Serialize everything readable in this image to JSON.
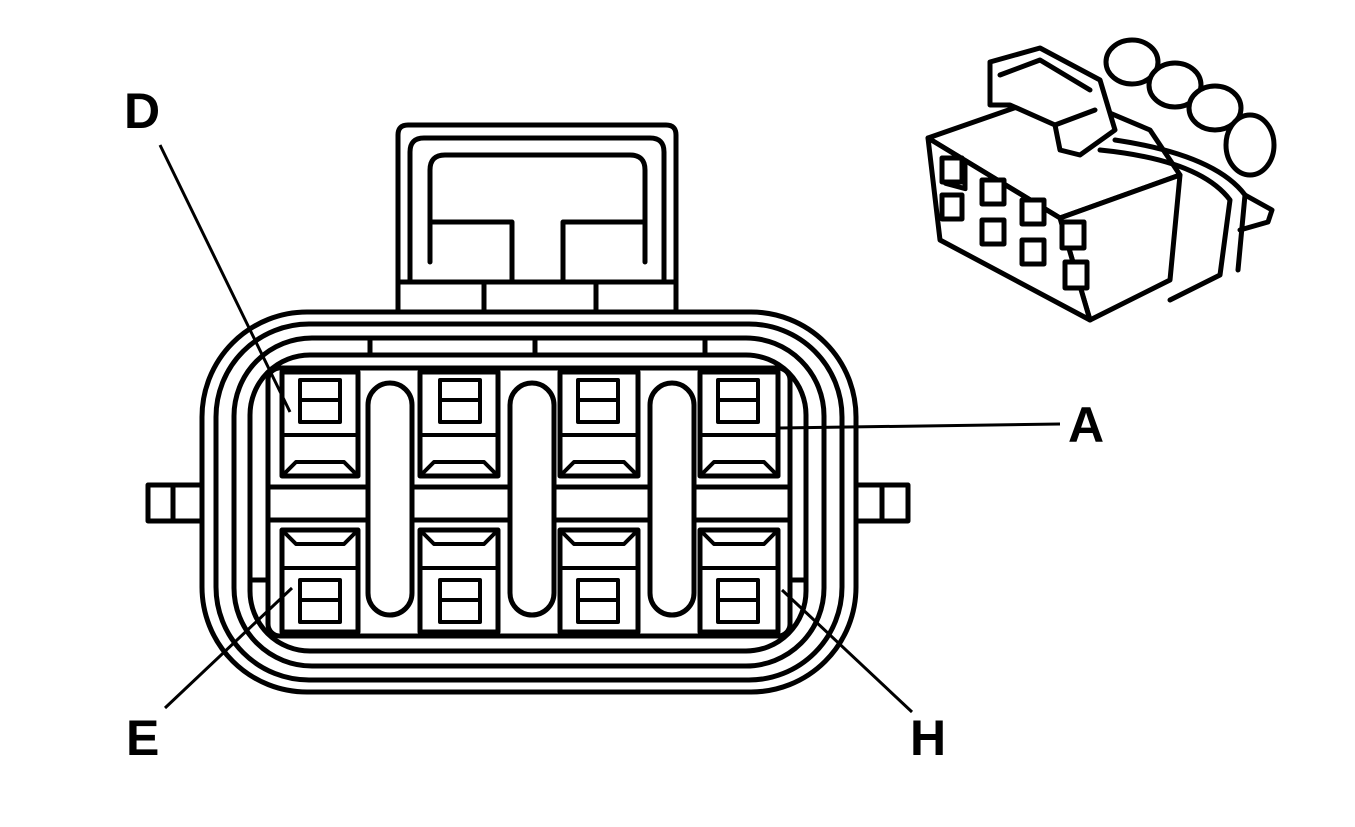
{
  "labels": {
    "d": "D",
    "a": "A",
    "e": "E",
    "h": "H"
  }
}
